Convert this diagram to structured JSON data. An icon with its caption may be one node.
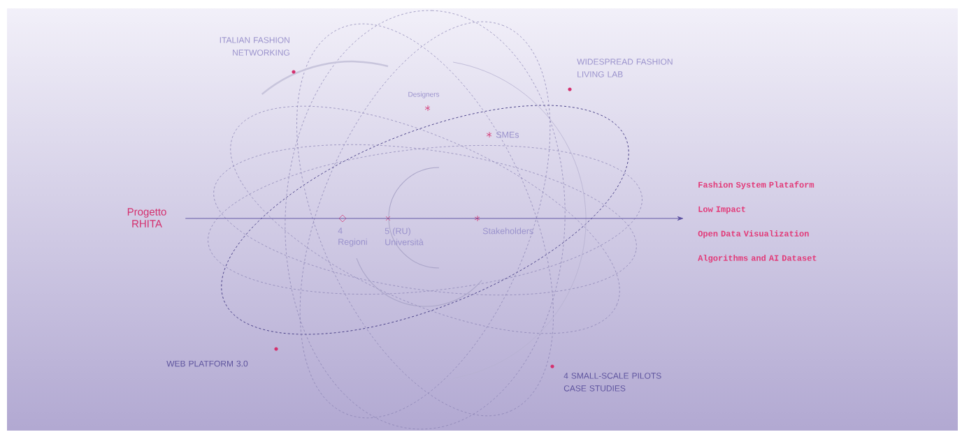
{
  "diagram": {
    "nodes": [
      {
        "text": [
          "Progetto RHITA"
        ]
      },
      {
        "text": [
          "Fashion System Plataform",
          "Low Impact",
          "Open Data Visualization",
          "Algorithms and AI Dataset"
        ]
      }
    ],
    "edges": [
      {
        "from": 0,
        "to": 1,
        "arrow": "to"
      }
    ],
    "labels": [
      "ITALIAN FASHION NETWORKING",
      "WIDESPREAD FASHION LIVING LAB",
      "Designers",
      "SMEs",
      "4 Regioni",
      "5 (RU) Università",
      "Stakeholders",
      "WEB PLATFORM 3.0",
      "4 SMALL-SCALE PILOTS CASE STUDIES"
    ]
  }
}
